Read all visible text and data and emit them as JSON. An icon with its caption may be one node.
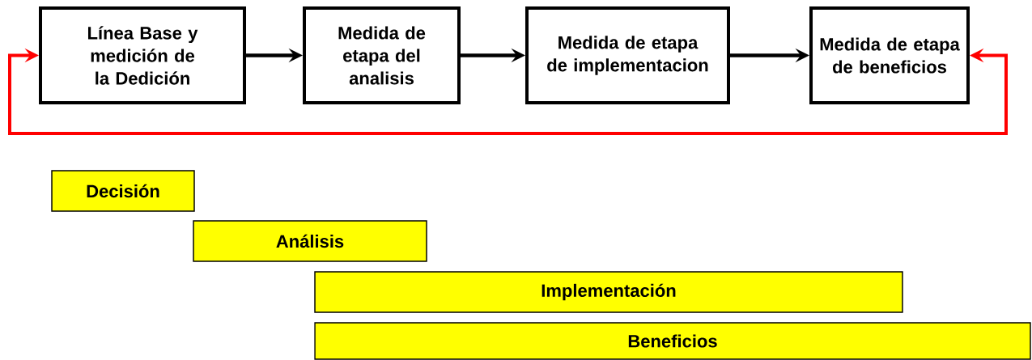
{
  "diagram": {
    "nodes": [
      {
        "text": [
          "Línea Base y medición de la Dedición"
        ]
      },
      {
        "text": [
          "Medida de etapa del analisis"
        ]
      },
      {
        "text": [
          "Medida de etapa de implementacion"
        ]
      },
      {
        "text": [
          "Medida de etapa de beneficios"
        ]
      },
      {
        "text": [
          "Decisión"
        ]
      },
      {
        "text": [
          "Análisis"
        ]
      },
      {
        "text": [
          "Implementación"
        ]
      },
      {
        "text": [
          "Beneficios"
        ]
      }
    ],
    "edges": [
      {
        "from": 0,
        "to": 1,
        "arrow": "to"
      },
      {
        "from": 1,
        "to": 2,
        "arrow": "to"
      },
      {
        "from": 2,
        "to": 3,
        "arrow": "to"
      },
      {
        "from": 3,
        "to": 0,
        "arrow": "both",
        "color": "#ff0000"
      }
    ]
  }
}
